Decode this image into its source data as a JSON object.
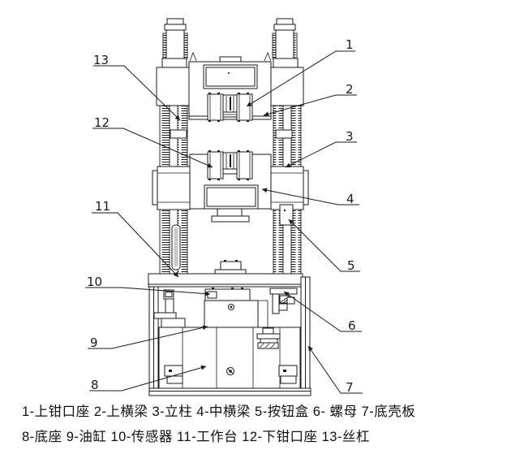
{
  "colors": {
    "ink": "#1a1a1a",
    "background": "#ffffff"
  },
  "legend": {
    "line1": "1-上钳口座  2-上横梁 3-立柱  4-中横梁  5-按钮盒  6- 螺母   7-底壳板",
    "line2": "8-底座    9-油缸   10-传感器   11-工作台    12-下钳口座   13-丝杠"
  },
  "callouts": {
    "c1": {
      "label": "1"
    },
    "c2": {
      "label": "2"
    },
    "c3": {
      "label": "3"
    },
    "c4": {
      "label": "4"
    },
    "c5": {
      "label": "5"
    },
    "c6": {
      "label": "6"
    },
    "c7": {
      "label": "7"
    },
    "c8": {
      "label": "8"
    },
    "c9": {
      "label": "9"
    },
    "c10": {
      "label": "10"
    },
    "c11": {
      "label": "11"
    },
    "c12": {
      "label": "12"
    },
    "c13": {
      "label": "13"
    }
  }
}
